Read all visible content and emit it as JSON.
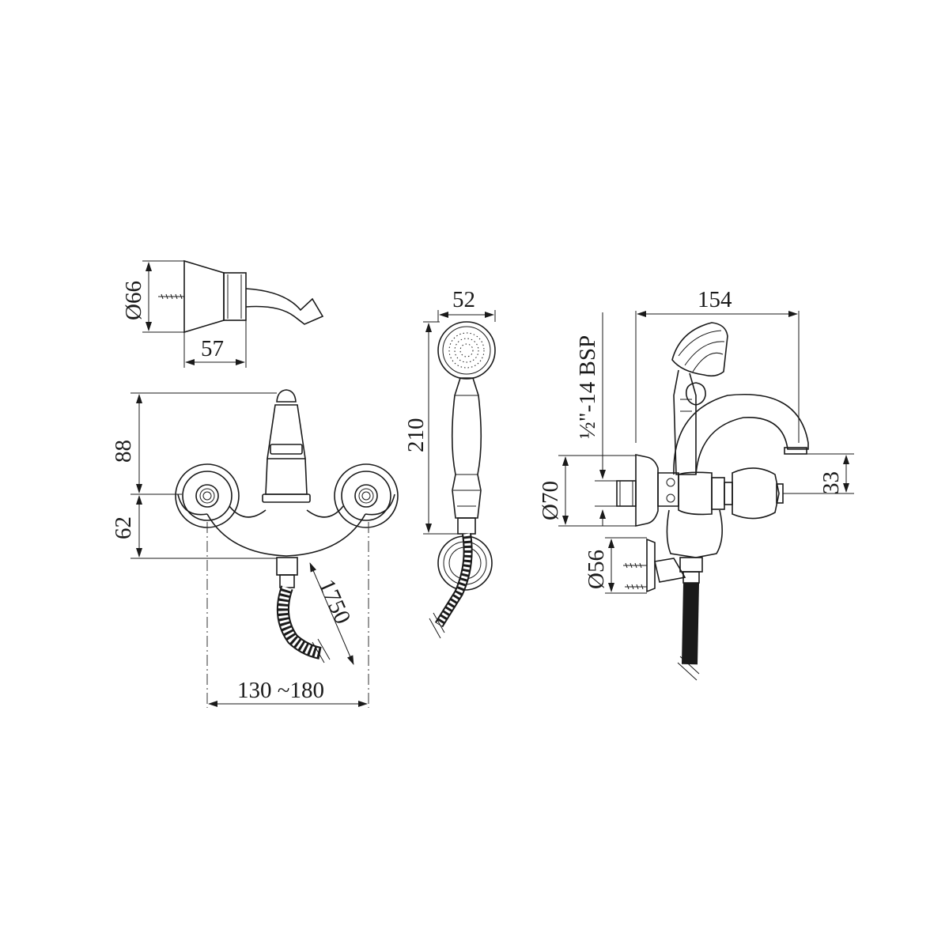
{
  "drawing": {
    "labels": {
      "shower_bracket_diameter": "Ø66",
      "shower_bracket_depth": "57",
      "handset_head_width": "52",
      "handset_length": "210",
      "faucet_height_upper": "88",
      "faucet_height_lower": "62",
      "hose_length": "1750",
      "center_distance": "130 ~180",
      "side_reach": "154",
      "thread_spec_main": "-14 BSP",
      "thread_spec_fraction": "½\"",
      "flange_diameter": "Ø70",
      "spout_height": "33",
      "wall_plate_diameter": "Ø56"
    }
  }
}
